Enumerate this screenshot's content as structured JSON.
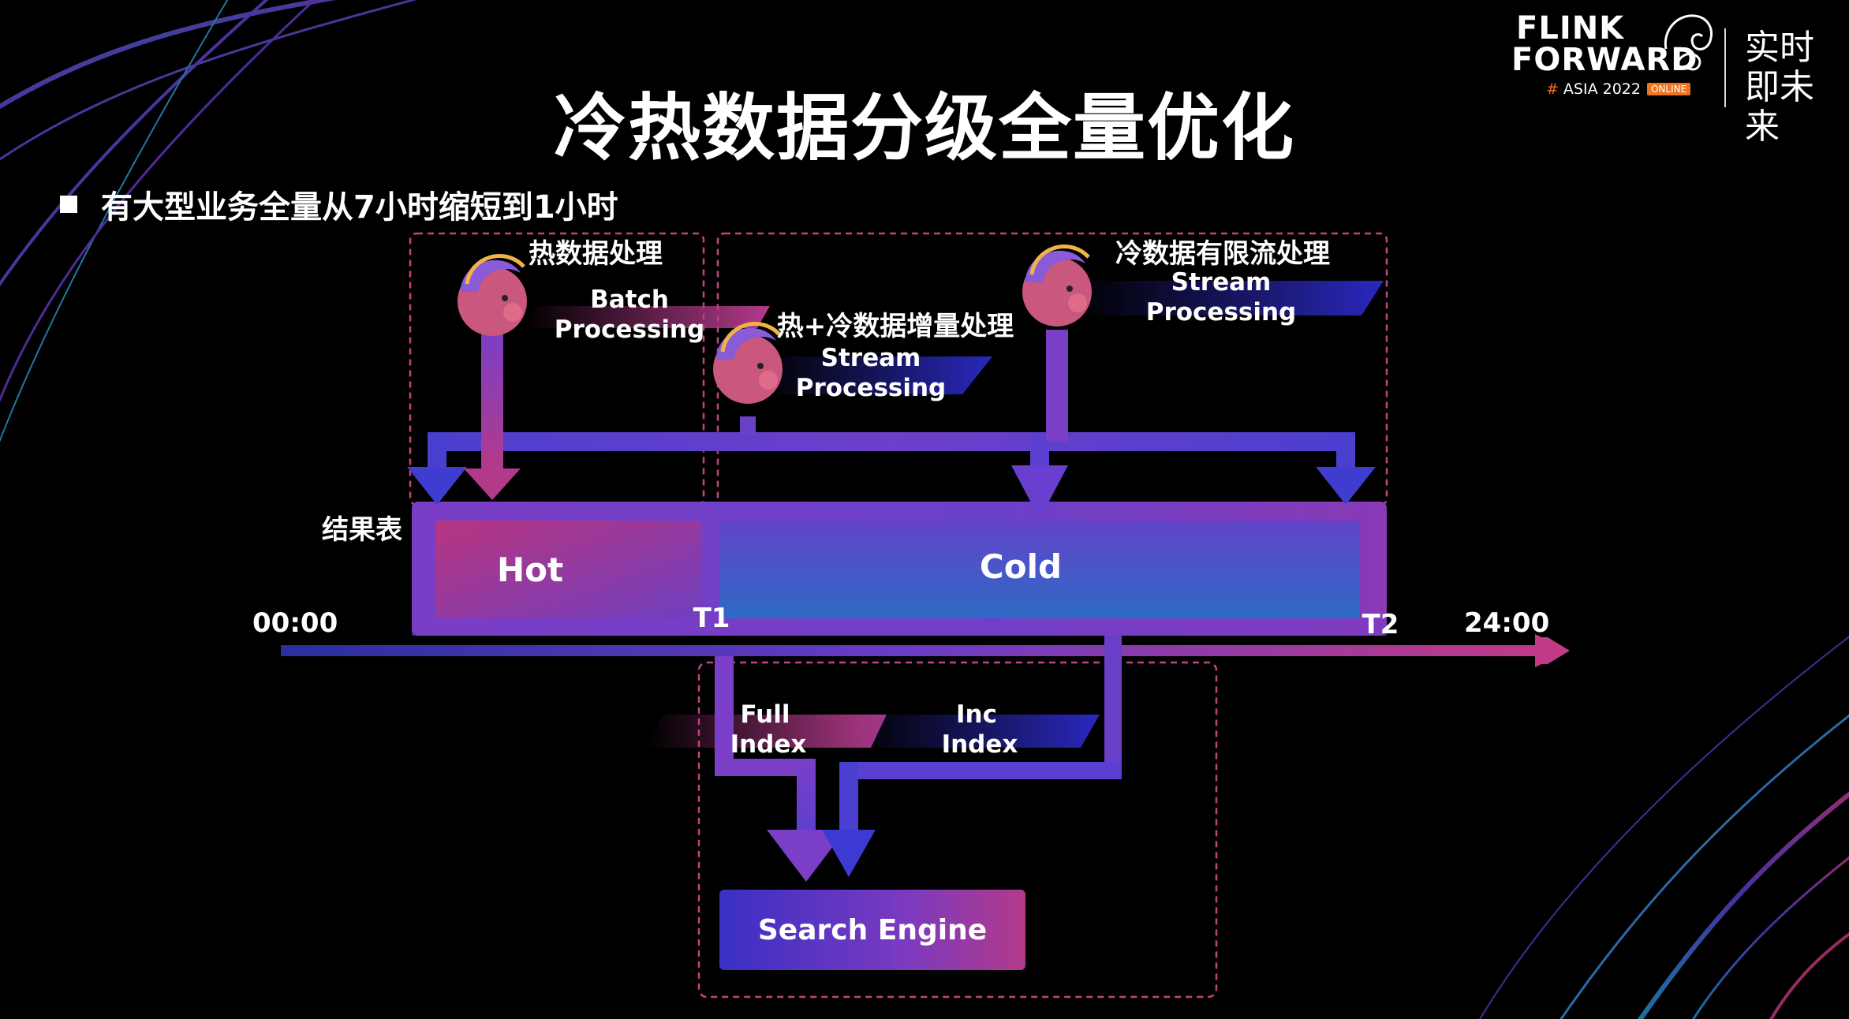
{
  "title": "冷热数据分级全量优化",
  "bullet": "有大型业务全量从7小时缩短到1小时",
  "logo": {
    "line1": "FLINK",
    "line2": "FORWARD",
    "hash": "#",
    "sub": "ASIA 2022",
    "badge": "ONLINE",
    "cn": "实时即未来"
  },
  "diagram": {
    "hot_processing": {
      "title": "热数据处理",
      "sub1": "Batch",
      "sub2": "Processing"
    },
    "incremental_processing": {
      "title": "热+冷数据增量处理",
      "sub1": "Stream",
      "sub2": "Processing"
    },
    "cold_processing": {
      "title": "冷数据有限流处理",
      "sub1": "Stream",
      "sub2": "Processing"
    },
    "result_table_label": "结果表",
    "hot_block": "Hot",
    "cold_block": "Cold",
    "time_start": "00:00",
    "time_end": "24:00",
    "t1": "T1",
    "t2": "T2",
    "full_index": {
      "line1": "Full",
      "line2": "Index"
    },
    "inc_index": {
      "line1": "Inc",
      "line2": "Index"
    },
    "search_engine": "Search Engine"
  },
  "colors": {
    "purple": "#7a3fc6",
    "blue": "#3a3fd0",
    "magenta": "#b33a8a",
    "dash": "#c0457f",
    "cold_top": "#5b43c9",
    "cold_bottom": "#2e66c4"
  }
}
